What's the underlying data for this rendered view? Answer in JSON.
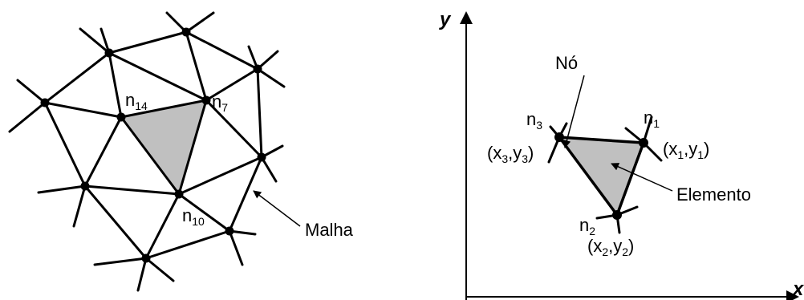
{
  "mesh": {
    "node_labels": {
      "n14": {
        "base": "n",
        "sub": "14"
      },
      "n7": {
        "base": "n",
        "sub": "7"
      },
      "n10": {
        "base": "n",
        "sub": "10"
      }
    },
    "callout_label": "Malha"
  },
  "element": {
    "node_labels": {
      "n1": {
        "base": "n",
        "sub": "1"
      },
      "n2": {
        "base": "n",
        "sub": "2"
      },
      "n3": {
        "base": "n",
        "sub": "3"
      }
    },
    "coord_labels": {
      "c1": {
        "open": "(x",
        "s1": "1",
        "mid": ",y",
        "s2": "1",
        "close": ")"
      },
      "c2": {
        "open": "(x",
        "s1": "2",
        "mid": ",y",
        "s2": "2",
        "close": ")"
      },
      "c3": {
        "open": "(x",
        "s1": "3",
        "mid": ",y",
        "s2": "3",
        "close": ")"
      }
    },
    "node_callout": "Nó",
    "element_callout": "Elemento",
    "axis_y": "y",
    "axis_x": "x"
  },
  "colors": {
    "element_fill": "#c0c0c0",
    "line": "#000000"
  }
}
